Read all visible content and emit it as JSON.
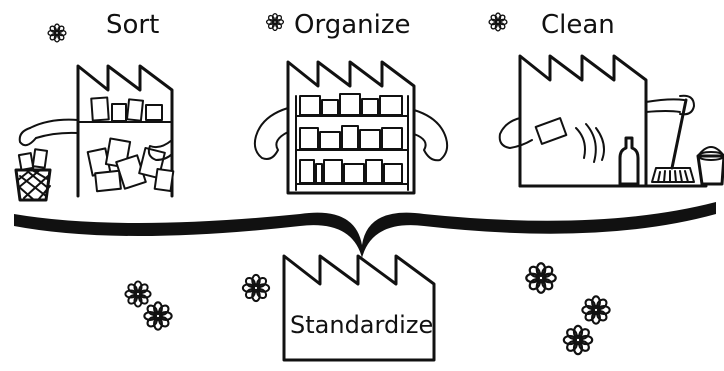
{
  "steps": {
    "sort": "Sort",
    "organize": "Organize",
    "clean": "Clean",
    "standardize": "Standardize"
  },
  "colors": {
    "ink": "#111111",
    "background": "#ffffff"
  },
  "icons": [
    "flower-icon",
    "factory-icon",
    "trash-basket-icon",
    "broom-icon",
    "bucket-icon",
    "bottle-icon"
  ]
}
